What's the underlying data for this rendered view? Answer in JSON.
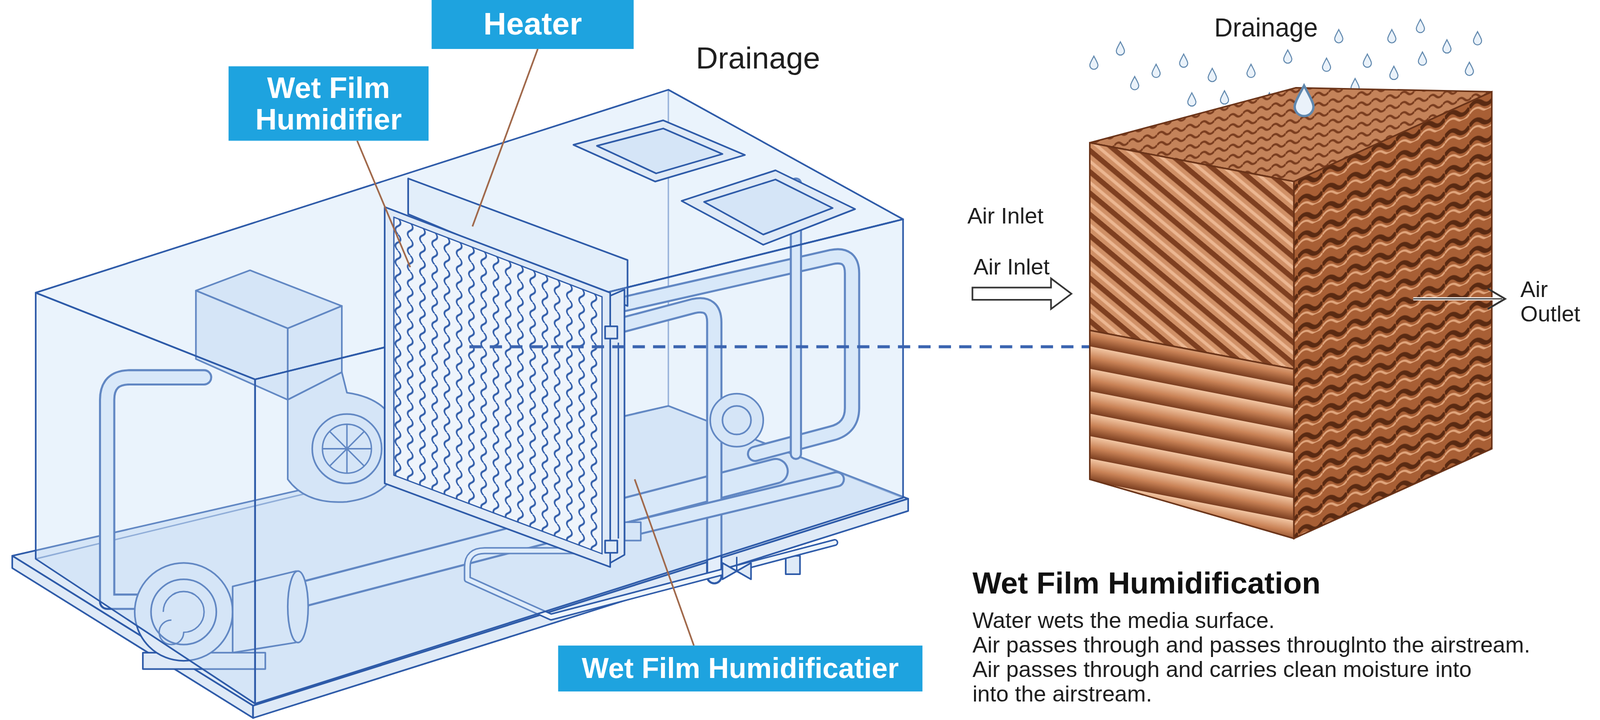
{
  "diagram": {
    "title": "Wet Film Humidification",
    "nodes": [
      {
        "text": [
          "Heater"
        ]
      },
      {
        "text": [
          "Wet Film Humidifier"
        ]
      },
      {
        "text": [
          "Wet Film Humidificatier"
        ]
      }
    ],
    "labels": [
      "Drainage",
      "Drainage",
      "Air Inlet",
      "Air Inlet",
      "Air Outlet",
      "Water wets the media surface.",
      "Air passes through and passes througlnto the airstream.",
      "Air passes through and carries clean moisture into into the airstream."
    ]
  }
}
